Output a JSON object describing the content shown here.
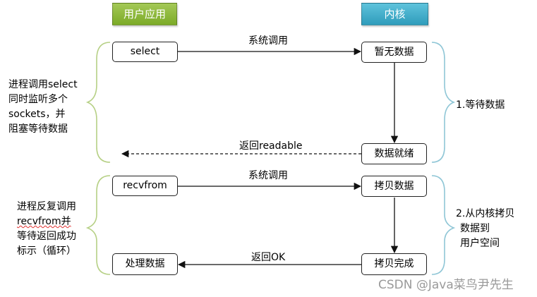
{
  "headers": {
    "user_app": "用户应用",
    "kernel": "内核"
  },
  "phase1": {
    "select_box": "select",
    "no_data_box": "暂无数据",
    "data_ready_box": "数据就绪",
    "syscall_label": "系统调用",
    "return_label": "返回readable",
    "left_note": [
      "进程调用select",
      "同时监听多个",
      "sockets，并",
      "阻塞等待数据"
    ],
    "right_note": "1.等待数据"
  },
  "phase2": {
    "recvfrom_box": "recvfrom",
    "copy_box": "拷贝数据",
    "copy_done_box": "拷贝完成",
    "process_box": "处理数据",
    "syscall_label": "系统调用",
    "return_label": "返回OK",
    "left_note_lines": [
      "进程反复调用",
      "recvfrom并",
      "等待返回成功",
      "标示（循环）"
    ],
    "right_note": [
      "2.从内核拷贝",
      "数据到",
      "用户空间"
    ]
  },
  "watermark": "CSDN @Java菜鸟尹先生"
}
